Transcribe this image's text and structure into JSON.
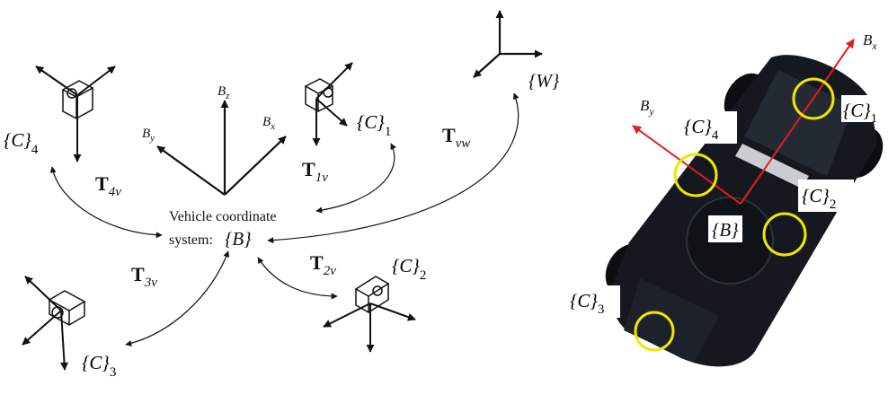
{
  "body_frame": {
    "axes": {
      "z": "B",
      "z_sub": "z",
      "y": "B",
      "y_sub": "y",
      "x": "B",
      "x_sub": "x"
    }
  },
  "vehicle_label": {
    "line1": "Vehicle coordinate",
    "line2": "system:",
    "symbol": "{B}"
  },
  "world_frame": {
    "label": "{W}"
  },
  "cameras": [
    {
      "id": "c1",
      "label": "{C}",
      "sub": "1"
    },
    {
      "id": "c2",
      "label": "{C}",
      "sub": "2"
    },
    {
      "id": "c3",
      "label": "{C}",
      "sub": "3"
    },
    {
      "id": "c4",
      "label": "{C}",
      "sub": "4"
    }
  ],
  "transforms": [
    {
      "id": "t1v",
      "main": "T",
      "sub": "1v"
    },
    {
      "id": "t2v",
      "main": "T",
      "sub": "2v"
    },
    {
      "id": "t3v",
      "main": "T",
      "sub": "3v"
    },
    {
      "id": "t4v",
      "main": "T",
      "sub": "4v"
    },
    {
      "id": "tvw",
      "main": "T",
      "sub": "vw"
    }
  ],
  "photo": {
    "axis_x": {
      "main": "B",
      "sub": "x"
    },
    "axis_y": {
      "main": "B",
      "sub": "y"
    },
    "body_label": "{B}",
    "cameras": [
      {
        "label": "{C}",
        "sub": "1"
      },
      {
        "label": "{C}",
        "sub": "2"
      },
      {
        "label": "{C}",
        "sub": "3"
      },
      {
        "label": "{C}",
        "sub": "4"
      }
    ],
    "colors": {
      "axis": "#e21d1d",
      "marker": "#f2e600",
      "vehicle": "#15191f"
    }
  }
}
